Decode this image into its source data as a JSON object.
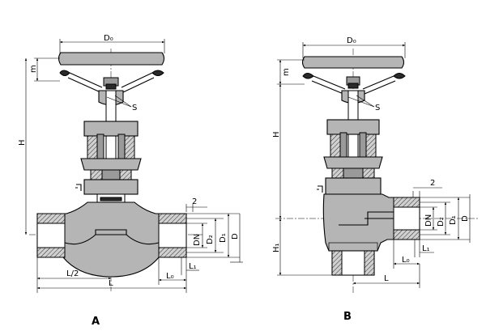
{
  "figures": [
    {
      "id": "A",
      "caption": "A",
      "labels": {
        "handwheel_diameter": "D₀",
        "handwheel_height": "m",
        "total_height": "H",
        "stem_wrench": "S",
        "face_gap": "2",
        "nominal_bore": "DN",
        "diameter_2": "D₂",
        "diameter_1": "D₁",
        "diameter": "D",
        "length_1": "L₁",
        "length_0": "L₀",
        "half_length": "L/2",
        "length": "L"
      }
    },
    {
      "id": "B",
      "caption": "B",
      "labels": {
        "handwheel_diameter": "D₀",
        "handwheel_height": "m",
        "total_height": "H",
        "lower_height": "H₁",
        "stem_wrench": "S",
        "face_gap": "2",
        "nominal_bore": "DN",
        "diameter_2": "D₂",
        "diameter_1": "D₁",
        "diameter": "D",
        "length_1": "L₁",
        "length_0": "L₀",
        "length": "L"
      }
    }
  ]
}
